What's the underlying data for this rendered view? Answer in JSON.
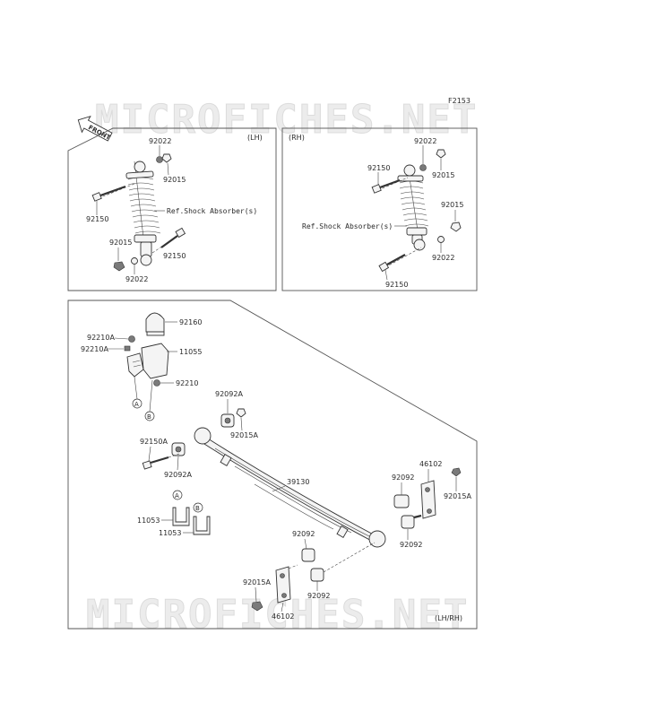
{
  "figure_code": "F2153",
  "watermark": "MICROFICHES.NET",
  "front_badge": "FRONT",
  "panels": {
    "lh": {
      "side": "(LH)",
      "ref_text": "Ref.Shock Absorber(s)",
      "labels": [
        "92022",
        "92015",
        "92150",
        "92015",
        "92150",
        "92022"
      ]
    },
    "rh": {
      "side": "(RH)",
      "ref_text": "Ref.Shock Absorber(s)",
      "labels": [
        "92022",
        "92150",
        "92015",
        "92015",
        "92022",
        "92150"
      ]
    },
    "main": {
      "side": "(LH/RH)",
      "labels": [
        "92160",
        "92210A",
        "92210A",
        "11055",
        "92210",
        "92092A",
        "92015A",
        "92150A",
        "92092A",
        "39130",
        "46102",
        "92092",
        "92015A",
        "92092",
        "11053",
        "11053",
        "92092",
        "92015A",
        "92092",
        "46102"
      ],
      "callouts": [
        "A",
        "B",
        "A",
        "B"
      ]
    }
  }
}
